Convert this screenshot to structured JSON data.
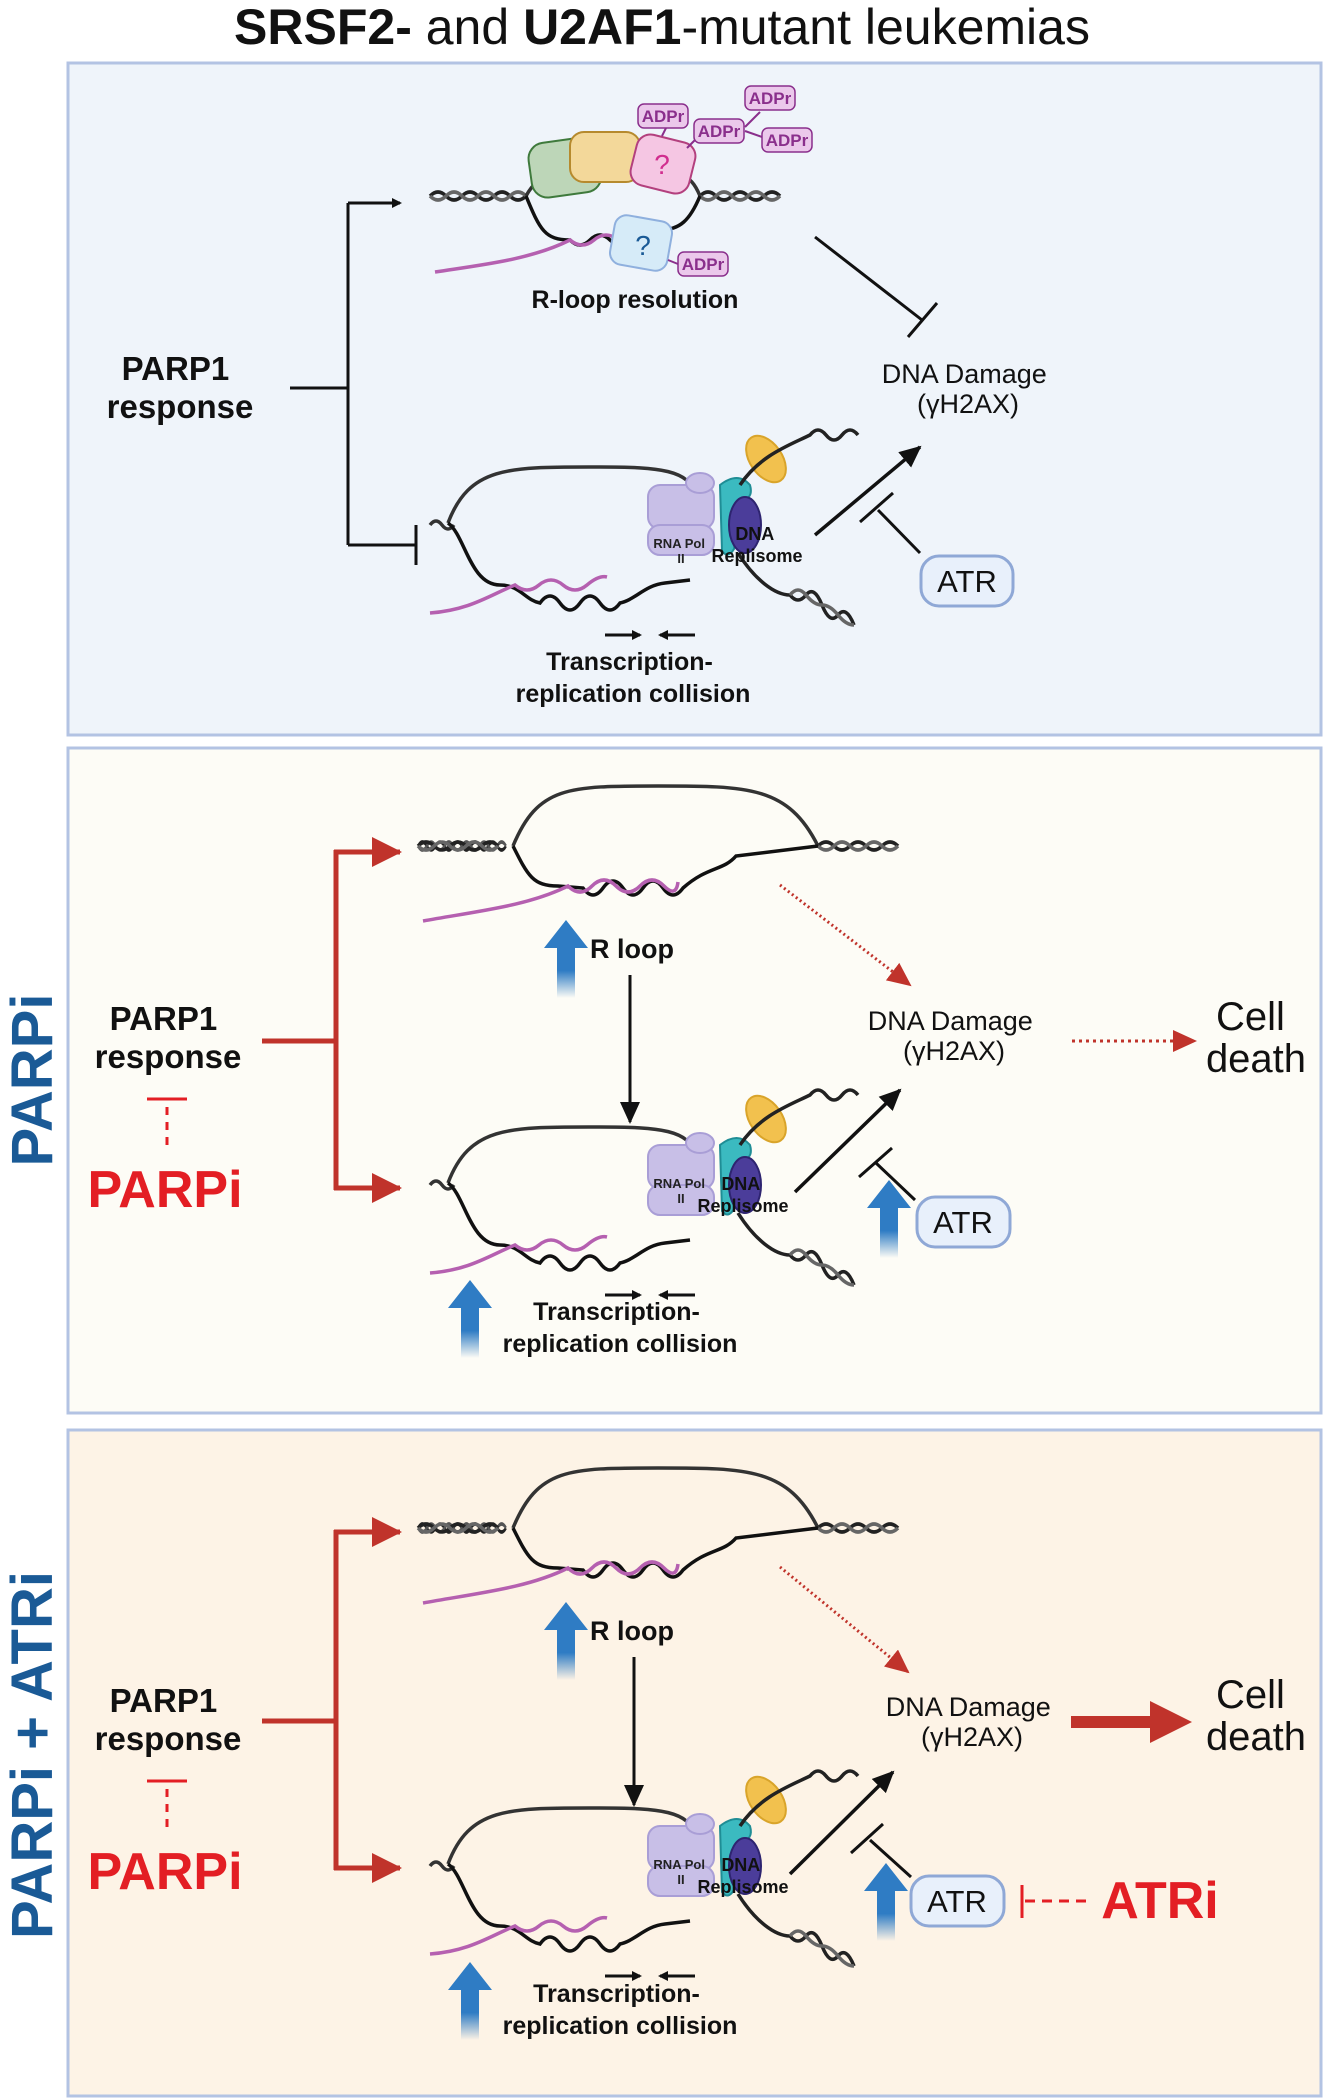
{
  "title": {
    "part1_bold": "SRSF2-",
    "part2": " and ",
    "part3_bold": "U2AF1",
    "part4": "-mutant leukemias"
  },
  "colors": {
    "panel1_bg": "#eff4fa",
    "panel2_bg": "#fdfcf6",
    "panel3_bg": "#fdf3e6",
    "panel_border": "#b3c3e3",
    "red_arrow": "#c0332b",
    "drug_red": "#e31e24",
    "side_label_blue": "#1a5a96",
    "increase_arrow_blue": "#2f7cc4",
    "rna_magenta": "#b560b0",
    "adpr_purple": "#8a2f8c",
    "atr_box_fill": "#e8f0fb",
    "atr_box_stroke": "#8fa8d6"
  },
  "panel1": {
    "parp1_label_line1": "PARP1",
    "parp1_label_line2": "response",
    "rloop_caption": "R-loop resolution",
    "unknown_protein_symbol": "?",
    "adpr_tags": [
      "ADPr",
      "ADPr",
      "ADPr",
      "ADPr",
      "ADPr"
    ],
    "rnapol_line1": "RNA Pol",
    "rnapol_line2": "II",
    "replisome_line1": "DNA",
    "replisome_line2": "Replisome",
    "collision_line1": "Transcription-",
    "collision_line2": "replication collision",
    "damage_line1": "DNA Damage",
    "damage_line2": "(γH2AX)",
    "atr_label": "ATR"
  },
  "panel2": {
    "side_label": "PARPi",
    "parp1_label_line1": "PARP1",
    "parp1_label_line2": "response",
    "inhibitor_label": "PARPi",
    "rloop_caption": "R loop",
    "rnapol_line1": "RNA Pol",
    "rnapol_line2": "II",
    "replisome_line1": "DNA",
    "replisome_line2": "Replisome",
    "collision_line1": "Transcription-",
    "collision_line2": "replication collision",
    "damage_line1": "DNA Damage",
    "damage_line2": "(γH2AX)",
    "atr_label": "ATR",
    "outcome_line1": "Cell",
    "outcome_line2": "death"
  },
  "panel3": {
    "side_label": "PARPi + ATRi",
    "parp1_label_line1": "PARP1",
    "parp1_label_line2": "response",
    "inhibitor_label": "PARPi",
    "rloop_caption": "R loop",
    "rnapol_line1": "RNA Pol",
    "rnapol_line2": "II",
    "replisome_line1": "DNA",
    "replisome_line2": "Replisome",
    "collision_line1": "Transcription-",
    "collision_line2": "replication collision",
    "damage_line1": "DNA Damage",
    "damage_line2": "(γH2AX)",
    "atr_label": "ATR",
    "atr_inhibitor_label": "ATRi",
    "outcome_line1": "Cell",
    "outcome_line2": "death"
  }
}
